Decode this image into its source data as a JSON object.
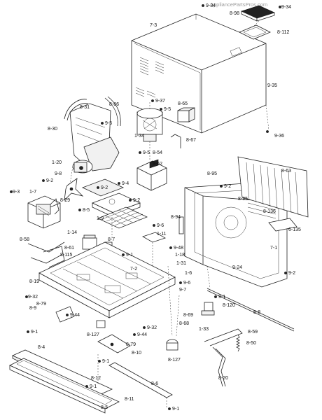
{
  "watermark": "AppliancePartsPros.com",
  "labels": [
    {
      "id": "l-7-3",
      "text": "7-3"
    },
    {
      "id": "l-9-34a",
      "text": "9-34"
    },
    {
      "id": "l-8-98",
      "text": "8-98"
    },
    {
      "id": "l-9-34b",
      "text": "9-34"
    },
    {
      "id": "l-8-112",
      "text": "8-112"
    },
    {
      "id": "l-9-35",
      "text": "9-35"
    },
    {
      "id": "l-9-37",
      "text": "9-37"
    },
    {
      "id": "l-8-65",
      "text": "8-65"
    },
    {
      "id": "l-8-31",
      "text": "8-31"
    },
    {
      "id": "l-8-66",
      "text": "8-66"
    },
    {
      "id": "l-9-5a",
      "text": "9-5"
    },
    {
      "id": "l-9-5b",
      "text": "9-5"
    },
    {
      "id": "l-8-30",
      "text": "8-30"
    },
    {
      "id": "l-1-34",
      "text": "1-34"
    },
    {
      "id": "l-9-36",
      "text": "9-36"
    },
    {
      "id": "l-8-67",
      "text": "8-67"
    },
    {
      "id": "l-9-5c",
      "text": "9-5"
    },
    {
      "id": "l-8-54",
      "text": "8-54"
    },
    {
      "id": "l-1-20",
      "text": "1-20"
    },
    {
      "id": "l-8-62",
      "text": "8-62"
    },
    {
      "id": "l-8-95a",
      "text": "8-95"
    },
    {
      "id": "l-8-63",
      "text": "8-63"
    },
    {
      "id": "l-9-8",
      "text": "9-8"
    },
    {
      "id": "l-9-2a",
      "text": "9-2"
    },
    {
      "id": "l-9-4",
      "text": "9-4"
    },
    {
      "id": "l-9-2b",
      "text": "9-2"
    },
    {
      "id": "l-9-2c",
      "text": "9-2"
    },
    {
      "id": "l-9-3",
      "text": "9-3"
    },
    {
      "id": "l-1-7",
      "text": "1-7"
    },
    {
      "id": "l-8-29",
      "text": "8-29"
    },
    {
      "id": "l-8-95b",
      "text": "8-95"
    },
    {
      "id": "l-9-2d",
      "text": "9-2"
    },
    {
      "id": "l-8-94",
      "text": "8-94"
    },
    {
      "id": "l-8-136",
      "text": "8-136"
    },
    {
      "id": "l-8-5a",
      "text": "8-5"
    },
    {
      "id": "l-1-9",
      "text": "1-9"
    },
    {
      "id": "l-9-6a",
      "text": "9-6"
    },
    {
      "id": "l-6-135",
      "text": "6-135"
    },
    {
      "id": "l-1-11",
      "text": "1-11"
    },
    {
      "id": "l-1-14",
      "text": "1-14"
    },
    {
      "id": "l-8-7",
      "text": "8-7"
    },
    {
      "id": "l-8-58",
      "text": "8-58"
    },
    {
      "id": "l-8-61",
      "text": "8-61"
    },
    {
      "id": "l-8-115",
      "text": "8-115"
    },
    {
      "id": "l-9-1a",
      "text": "9-1"
    },
    {
      "id": "l-9-48",
      "text": "9-48"
    },
    {
      "id": "l-1-18",
      "text": "1-18"
    },
    {
      "id": "l-7-1",
      "text": "7-1"
    },
    {
      "id": "l-1-31",
      "text": "1-31"
    },
    {
      "id": "l-7-2",
      "text": "7-2"
    },
    {
      "id": "l-1-6",
      "text": "1-6"
    },
    {
      "id": "l-9-24",
      "text": "9-24"
    },
    {
      "id": "l-9-2e",
      "text": "9-2"
    },
    {
      "id": "l-8-19",
      "text": "8-19"
    },
    {
      "id": "l-9-6b",
      "text": "9-6"
    },
    {
      "id": "l-9-7",
      "text": "9-7"
    },
    {
      "id": "l-9-32a",
      "text": "9-32"
    },
    {
      "id": "l-8-79a",
      "text": "8-79"
    },
    {
      "id": "l-9-1b",
      "text": "9-1"
    },
    {
      "id": "l-8-120",
      "text": "8-120"
    },
    {
      "id": "l-8-9",
      "text": "8-9"
    },
    {
      "id": "l-8-8",
      "text": "8-8"
    },
    {
      "id": "l-9-44a",
      "text": "9-44"
    },
    {
      "id": "l-8-69",
      "text": "8-69"
    },
    {
      "id": "l-8-68",
      "text": "8-68"
    },
    {
      "id": "l-9-1c",
      "text": "9-1"
    },
    {
      "id": "l-9-32b",
      "text": "9-32"
    },
    {
      "id": "l-1-33",
      "text": "1-33"
    },
    {
      "id": "l-9-44b",
      "text": "9-44"
    },
    {
      "id": "l-8-127a",
      "text": "8-127"
    },
    {
      "id": "l-8-59",
      "text": "8-59"
    },
    {
      "id": "l-8-79b",
      "text": "8-79"
    },
    {
      "id": "l-8-10",
      "text": "8-10"
    },
    {
      "id": "l-8-50",
      "text": "8-50"
    },
    {
      "id": "l-8-4",
      "text": "8-4"
    },
    {
      "id": "l-8-127b",
      "text": "8-127"
    },
    {
      "id": "l-9-1d",
      "text": "9-1"
    },
    {
      "id": "l-8-20",
      "text": "8-20"
    },
    {
      "id": "l-8-12",
      "text": "8-12"
    },
    {
      "id": "l-8-6",
      "text": "8-6"
    },
    {
      "id": "l-9-1e",
      "text": "9-1"
    },
    {
      "id": "l-8-11",
      "text": "8-11"
    },
    {
      "id": "l-8-5b",
      "text": "8-5"
    },
    {
      "id": "l-9-1f",
      "text": "9-1"
    }
  ]
}
